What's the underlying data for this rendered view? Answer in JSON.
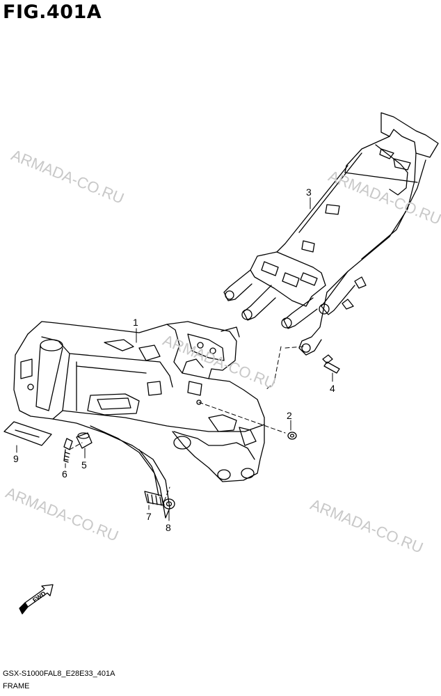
{
  "figure": {
    "title": "FIG.401A",
    "code": "GSX-S1000FAL8_E28E33_401A",
    "name": "FRAME"
  },
  "watermark": "ARMADA-CO.RU",
  "fwd_label": "FWD",
  "callouts": [
    "1",
    "2",
    "3",
    "4",
    "5",
    "6",
    "7",
    "8",
    "9"
  ]
}
